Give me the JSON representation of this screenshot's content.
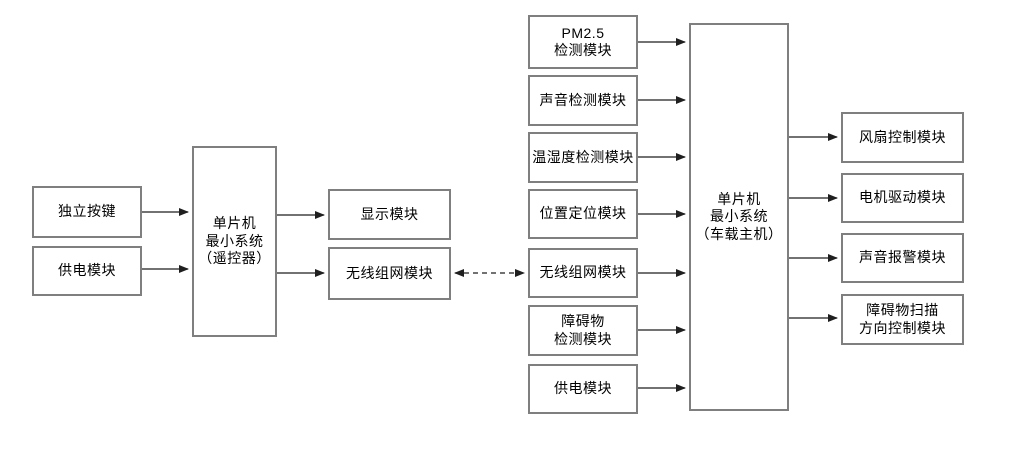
{
  "diagram": {
    "kind": "block-diagram",
    "colors": {
      "background": "#ffffff",
      "box_border": "#7f7f7f",
      "box_fill": "#ffffff",
      "connector": "#1f1f1f",
      "text": "#000000"
    },
    "remote": {
      "inputs": [
        {
          "label": "独立按键"
        },
        {
          "label": "供电模块"
        }
      ],
      "mcu": {
        "label": "单片机\n最小系统\n（遥控器）"
      },
      "outputs": [
        {
          "label": "显示模块"
        },
        {
          "label": "无线组网模块"
        }
      ]
    },
    "vehicle": {
      "inputs": [
        {
          "label": "PM2.5\n检测模块"
        },
        {
          "label": "声音检测模块"
        },
        {
          "label": "温湿度检测模块"
        },
        {
          "label": "位置定位模块"
        },
        {
          "label": "无线组网模块"
        },
        {
          "label": "障碍物\n检测模块"
        },
        {
          "label": "供电模块"
        }
      ],
      "mcu": {
        "label": "单片机\n最小系统\n（车载主机）"
      },
      "outputs": [
        {
          "label": "风扇控制模块"
        },
        {
          "label": "电机驱动模块"
        },
        {
          "label": "声音报警模块"
        },
        {
          "label": "障碍物扫描\n方向控制模块"
        }
      ]
    },
    "wireless_link": {
      "style": "dashed-double-arrow"
    }
  }
}
